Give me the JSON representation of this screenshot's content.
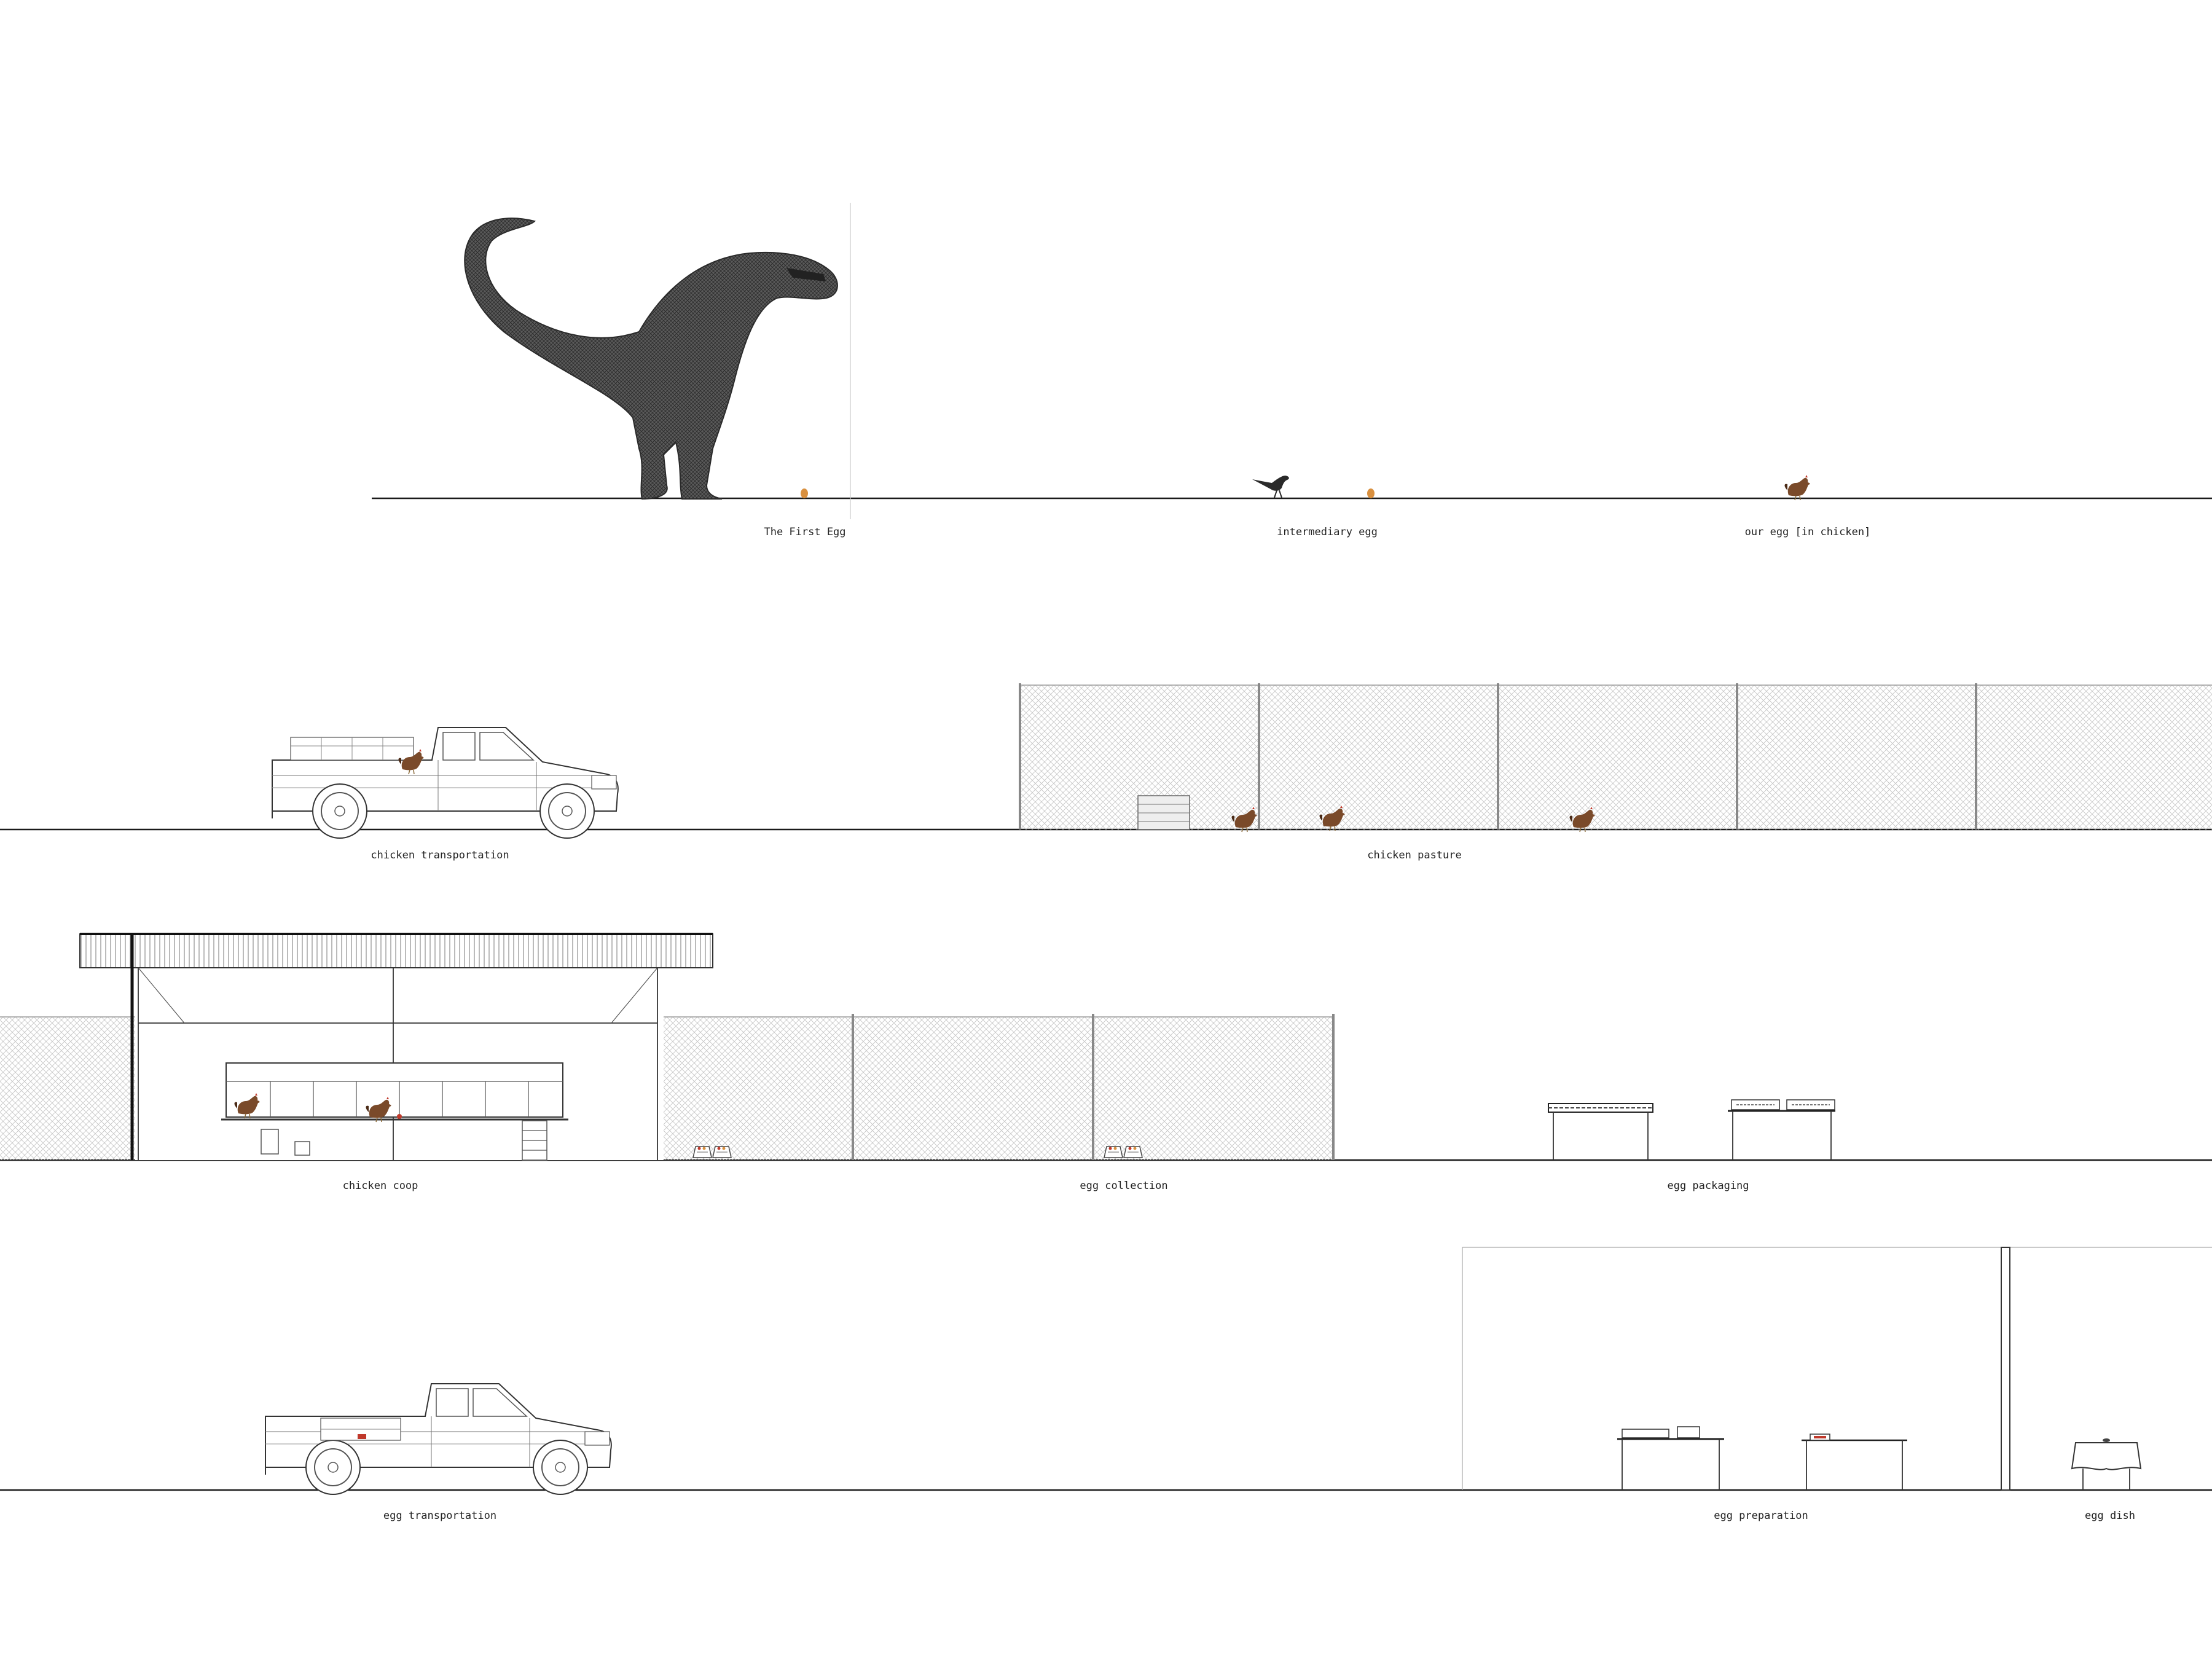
{
  "rows": [
    {
      "id": "origin",
      "captions": [
        {
          "key": "first-egg",
          "text": "The First Egg"
        },
        {
          "key": "intermediary-egg",
          "text": "intermediary egg"
        },
        {
          "key": "our-egg",
          "text": "our egg [in chicken]"
        }
      ]
    },
    {
      "id": "farm",
      "captions": [
        {
          "key": "chicken-transportation",
          "text": "chicken transportation"
        },
        {
          "key": "chicken-pasture",
          "text": "chicken pasture"
        }
      ]
    },
    {
      "id": "production",
      "captions": [
        {
          "key": "chicken-coop",
          "text": "chicken coop"
        },
        {
          "key": "egg-collection",
          "text": "egg collection"
        },
        {
          "key": "egg-packaging",
          "text": "egg packaging"
        }
      ]
    },
    {
      "id": "delivery",
      "captions": [
        {
          "key": "egg-transportation",
          "text": "egg transportation"
        },
        {
          "key": "egg-preparation",
          "text": "egg preparation"
        },
        {
          "key": "egg-dish",
          "text": "egg dish"
        }
      ]
    }
  ],
  "colors": {
    "ground": "#1a1a1a",
    "egg": "#d9903f",
    "chicken": "#7a4a2a",
    "dinosaur": "#3a3a3a",
    "fence": "#bdbdbd"
  },
  "icons": [
    "dinosaur-icon",
    "egg-icon",
    "small-dinosaur-icon",
    "chicken-icon",
    "pickup-truck-icon",
    "chainlink-fence-icon",
    "coop-shed-icon",
    "egg-basket-icon",
    "packaging-table-icon",
    "kitchen-table-icon",
    "dining-table-icon"
  ]
}
